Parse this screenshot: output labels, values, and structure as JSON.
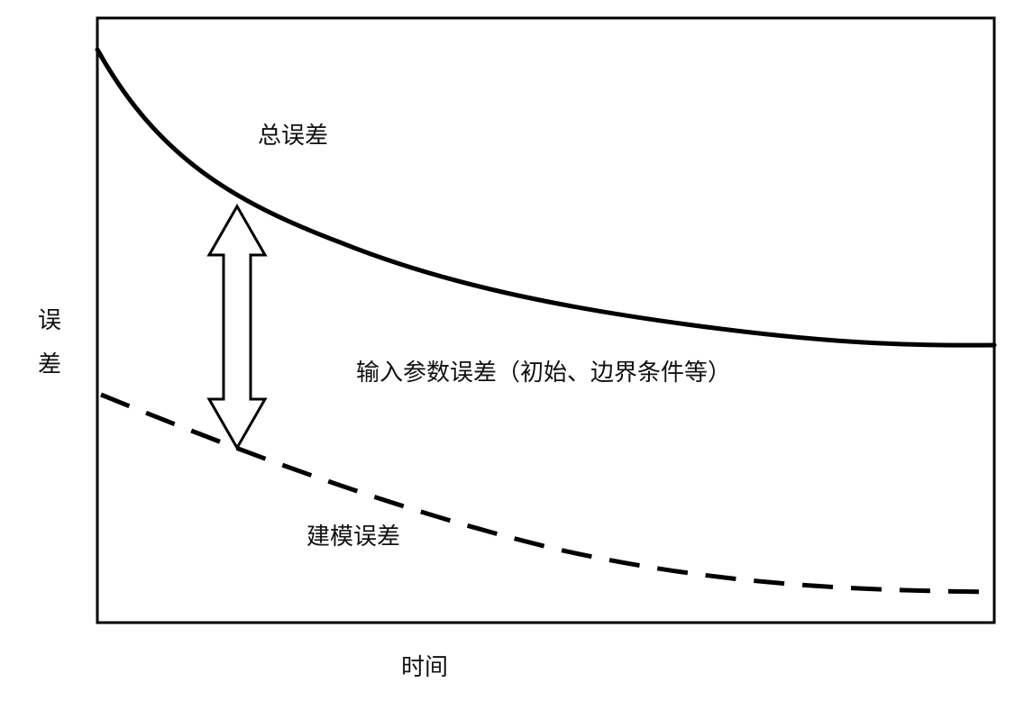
{
  "diagram": {
    "y_axis_label": "误差",
    "x_axis_label": "时间",
    "curves": [
      {
        "name": "总误差",
        "style": "solid"
      },
      {
        "name": "建模误差",
        "style": "dashed"
      }
    ],
    "gap_label": "输入参数误差（初始、边界条件等）",
    "stroke_color": "#000000",
    "arrow_icon": "double-headed-vertical-arrow-icon"
  }
}
